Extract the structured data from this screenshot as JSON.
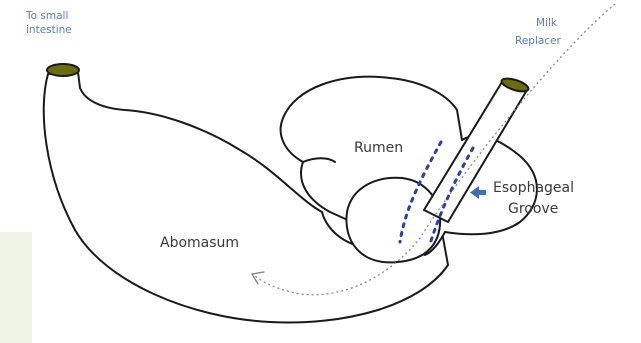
{
  "labels": {
    "small_intestine_line1": "To small",
    "small_intestine_line2": "intestine",
    "milk_replacer_line1": "Milk",
    "milk_replacer_line2": "Replacer",
    "rumen": "Rumen",
    "esophageal_groove_line1": "Esophageal",
    "esophageal_groove_line2": "Groove",
    "abomasum": "Abomasum"
  },
  "colors": {
    "outline": "#1a1a1a",
    "opening_fill": "#6b6b14",
    "groove_dots": "#2a3fa8",
    "arrow": "#3f6fb5",
    "label_blue": "#5a7fc2",
    "label_dark": "#3a3a3a",
    "flow_path": "#8a8a8a",
    "corner_tint": "#eef3e6"
  },
  "icons": {
    "groove_pointer": "left-arrow-icon",
    "flow_arrowhead": "arrowhead-icon"
  }
}
